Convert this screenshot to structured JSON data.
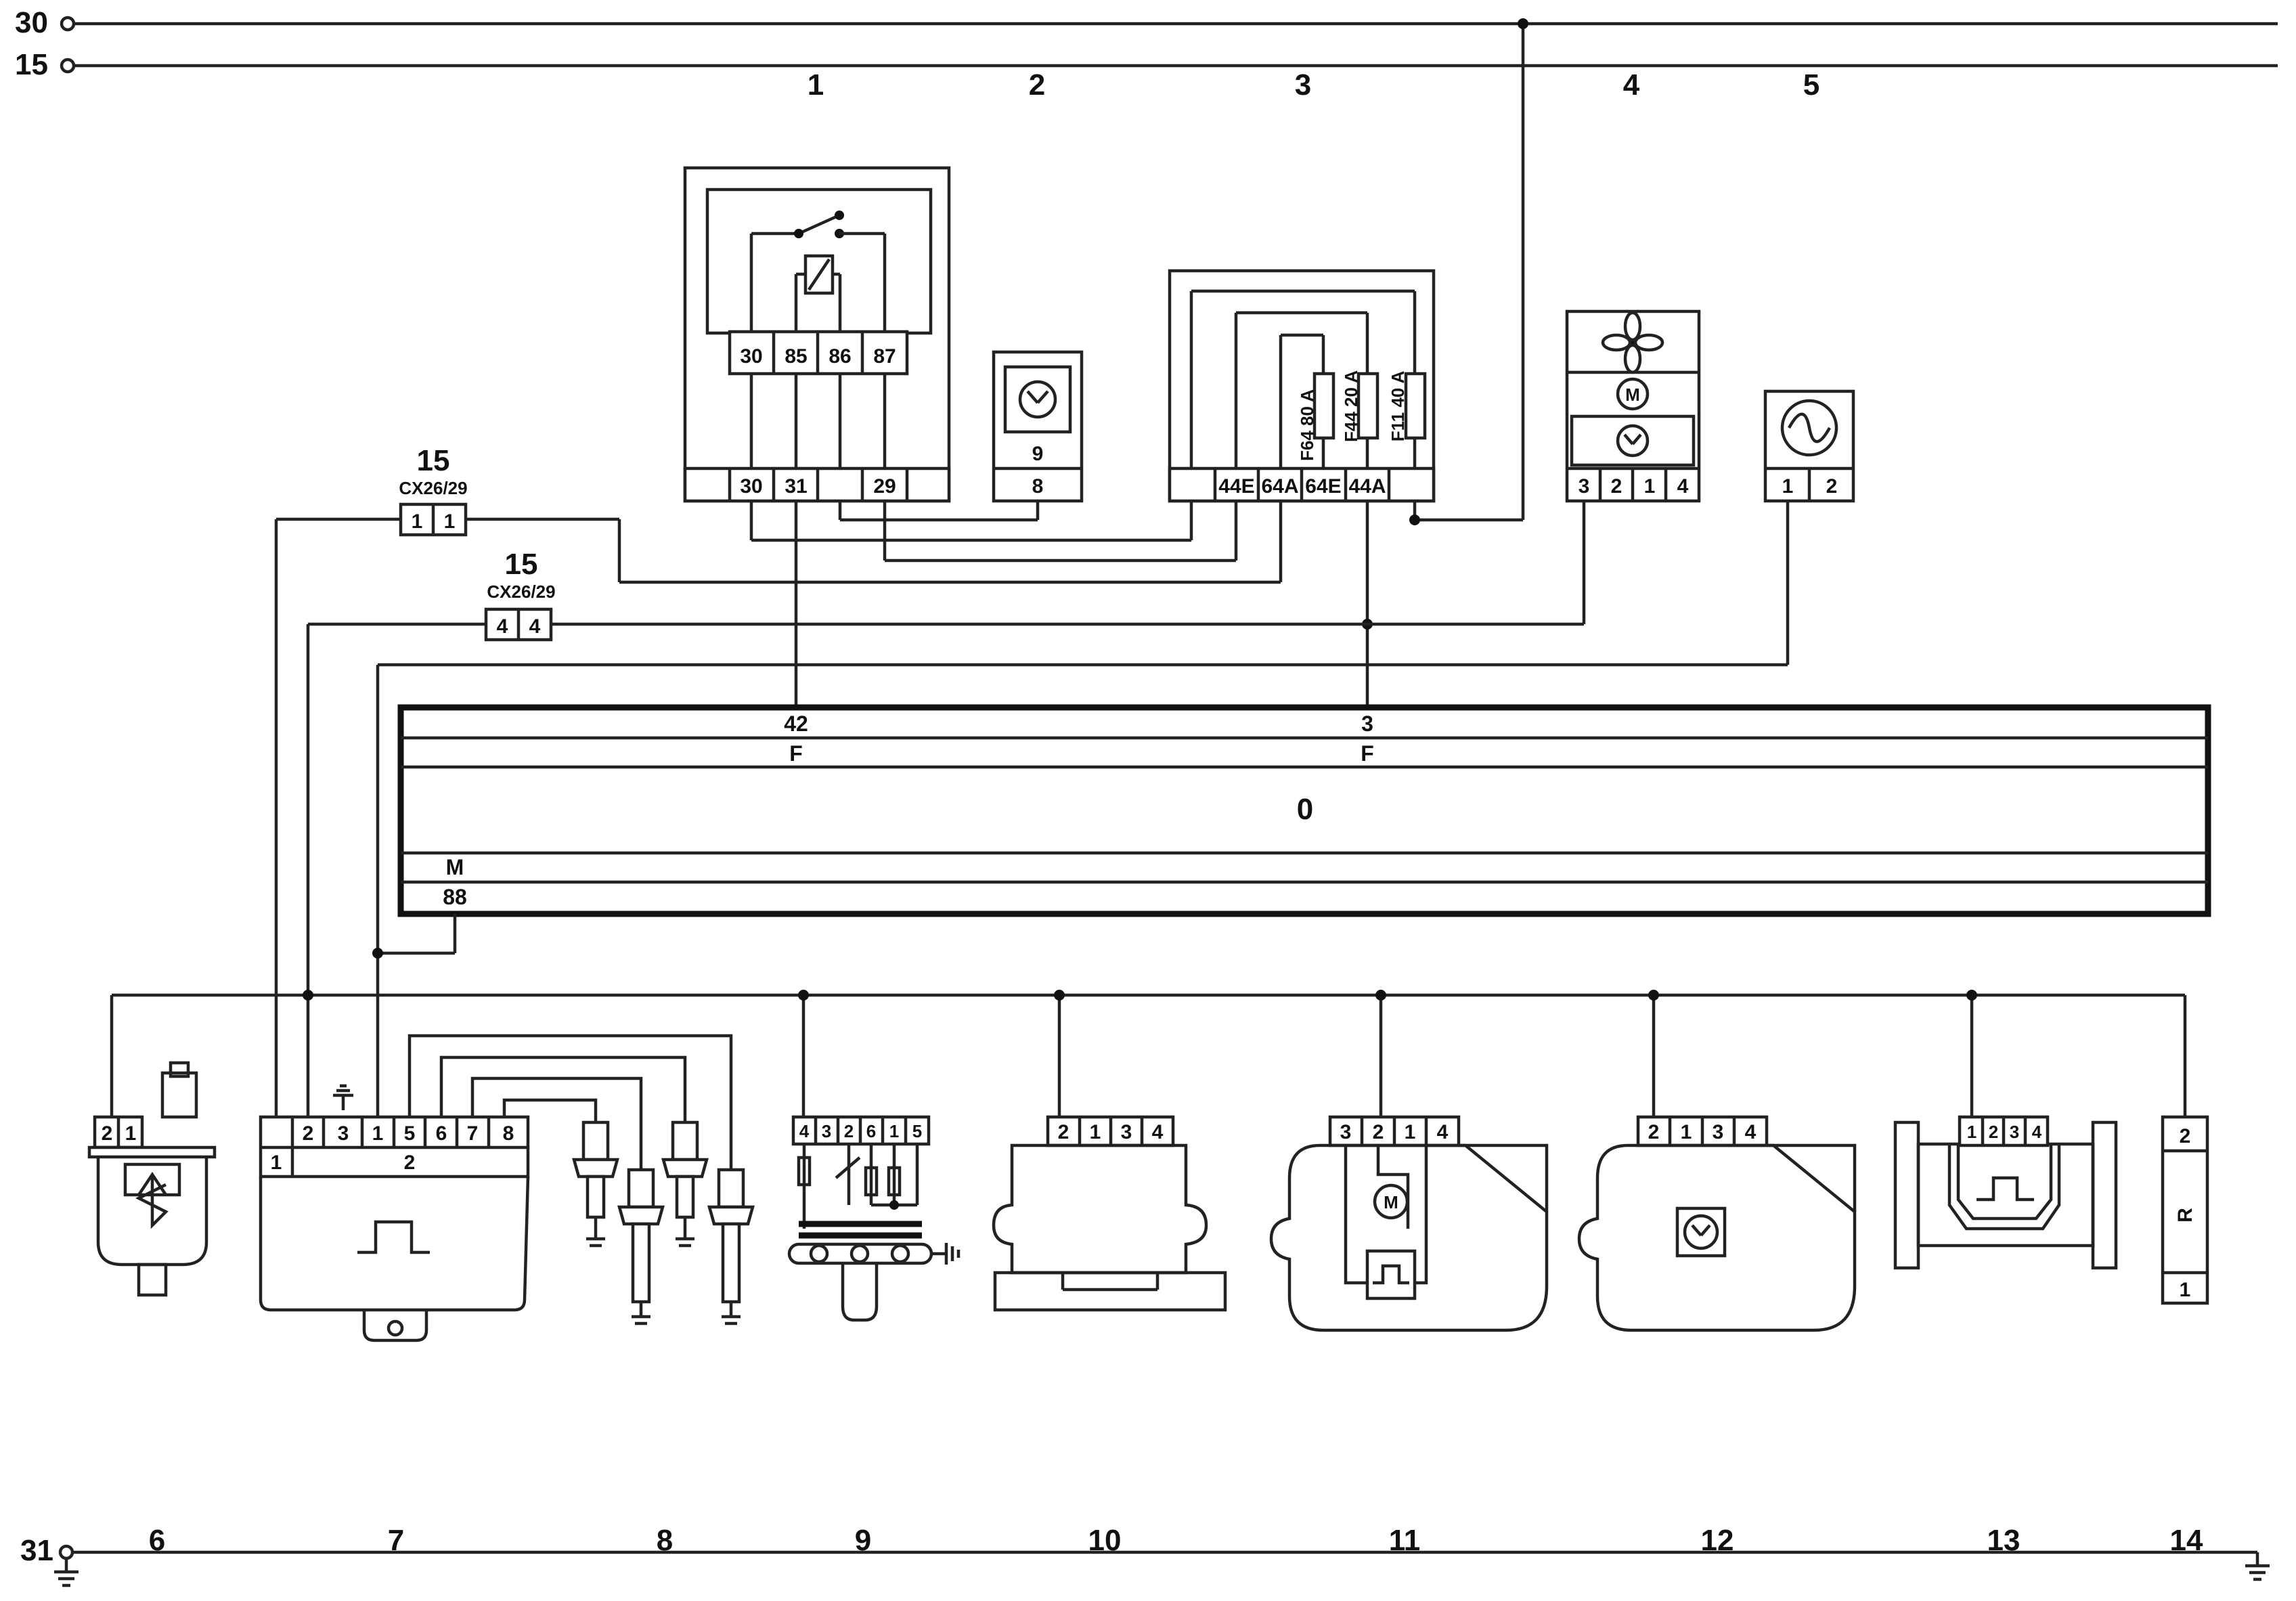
{
  "rails": {
    "r30": "30",
    "r15": "15",
    "r31": "31"
  },
  "top_numbers": [
    "1",
    "2",
    "3",
    "4",
    "5"
  ],
  "bottom_numbers": [
    "6",
    "7",
    "8",
    "9",
    "10",
    "11",
    "12",
    "13",
    "14"
  ],
  "relay": {
    "top_pins": [
      "30",
      "85",
      "86",
      "87"
    ],
    "bottom_pins": [
      "30",
      "31",
      "",
      "29"
    ]
  },
  "sensor2": {
    "upper": "9",
    "lower": "8"
  },
  "fusebox": {
    "fuses": [
      "F64 80 A",
      "F44 20 A",
      "F11 40 A"
    ],
    "pins": [
      "44E",
      "64A",
      "64E",
      "44A"
    ]
  },
  "fan_pins": [
    "3",
    "2",
    "1",
    "4"
  ],
  "comp5_pins": [
    "1",
    "2"
  ],
  "connector_a": {
    "number": "15",
    "code": "CX26/29",
    "pins": [
      "1",
      "1"
    ]
  },
  "connector_b": {
    "number": "15",
    "code": "CX26/29",
    "pins": [
      "4",
      "4"
    ]
  },
  "ecu": {
    "label": "0",
    "left_pin": "42",
    "left_fn": "F",
    "right_pin": "3",
    "right_fn": "F",
    "ground_fn": "M",
    "ground_pin": "88"
  },
  "comp6_pins": [
    "2",
    "1"
  ],
  "comp7": {
    "pins": [
      "2",
      "3",
      "1",
      "5",
      "6",
      "7",
      "8"
    ],
    "sub_left": "1",
    "sub_main": "2"
  },
  "comp9_pins": [
    "4",
    "3",
    "2",
    "6",
    "1",
    "5"
  ],
  "comp10_pins": [
    "2",
    "1",
    "3",
    "4"
  ],
  "comp11_pins": [
    "3",
    "2",
    "1",
    "4"
  ],
  "comp12_pins": [
    "2",
    "1",
    "3",
    "4"
  ],
  "comp13_pins": [
    "1",
    "2",
    "3",
    "4"
  ],
  "comp14": {
    "top": "2",
    "mid": "R",
    "bottom": "1"
  },
  "motor_letter": "M"
}
